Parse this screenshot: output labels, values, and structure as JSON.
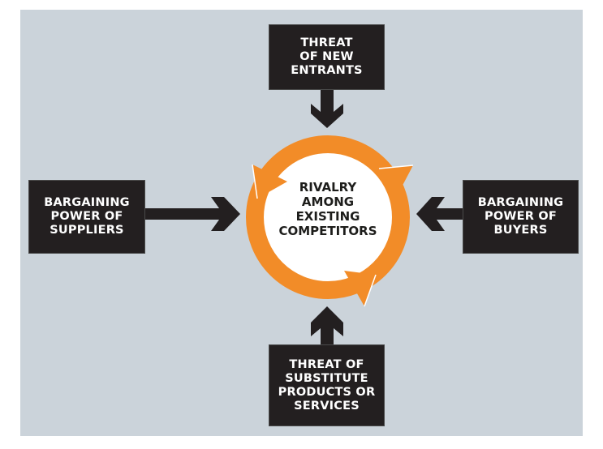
{
  "diagram": {
    "title": "Porter's Five Forces",
    "colors": {
      "background": "#cbd3da",
      "box": "#231f20",
      "box_text": "#ffffff",
      "ring": "#f28c28",
      "center_fill": "#ffffff",
      "center_text": "#1d1d1b"
    },
    "center": {
      "lines": [
        "RIVALRY",
        "AMONG",
        "EXISTING",
        "COMPETITORS"
      ]
    },
    "forces": {
      "top": {
        "lines": [
          "THREAT",
          "OF NEW",
          "ENTRANTS"
        ],
        "arrow_direction": "down"
      },
      "left": {
        "lines": [
          "BARGAINING",
          "POWER OF",
          "SUPPLIERS"
        ],
        "arrow_direction": "right"
      },
      "right": {
        "lines": [
          "BARGAINING",
          "POWER OF",
          "BUYERS"
        ],
        "arrow_direction": "left"
      },
      "bottom": {
        "lines": [
          "THREAT OF",
          "SUBSTITUTE",
          "PRODUCTS OR",
          "SERVICES"
        ],
        "arrow_direction": "up"
      }
    },
    "edges": [
      {
        "from": "THREAT OF NEW ENTRANTS",
        "to": "RIVALRY AMONG EXISTING COMPETITORS"
      },
      {
        "from": "BARGAINING POWER OF SUPPLIERS",
        "to": "RIVALRY AMONG EXISTING COMPETITORS"
      },
      {
        "from": "BARGAINING POWER OF BUYERS",
        "to": "RIVALRY AMONG EXISTING COMPETITORS"
      },
      {
        "from": "THREAT OF SUBSTITUTE PRODUCTS OR SERVICES",
        "to": "RIVALRY AMONG EXISTING COMPETITORS"
      }
    ]
  }
}
